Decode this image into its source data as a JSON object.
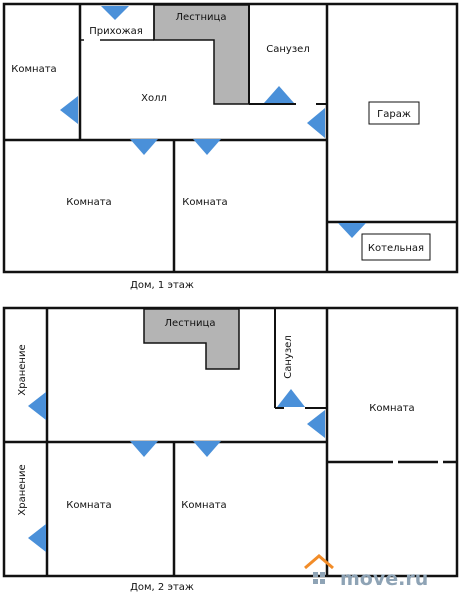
{
  "floor1": {
    "caption": "Дом, 1 этаж",
    "rooms": {
      "room_top_left": "Комната",
      "entrance": "Прихожая",
      "stairs": "Лестница",
      "bathroom": "Санузел",
      "hall": "Холл",
      "garage": "Гараж",
      "room_bottom_left": "Комната",
      "room_bottom_middle": "Комната",
      "boiler_room": "Котельная"
    }
  },
  "floor2": {
    "caption": "Дом, 2 этаж",
    "rooms": {
      "stairs": "Лестница",
      "bathroom": "Санузел",
      "storage_top": "Хранение",
      "storage_bottom": "Хранение",
      "room_right": "Комната",
      "room_bottom_left": "Комната",
      "room_bottom_middle": "Комната"
    }
  },
  "watermark": {
    "text": "move.ru"
  },
  "colors": {
    "wall": "#111111",
    "stairs": "#b4b4b4",
    "marker": "#4a90d9",
    "logo_orange": "#f28c28",
    "logo_blue": "#8ea3b5"
  }
}
